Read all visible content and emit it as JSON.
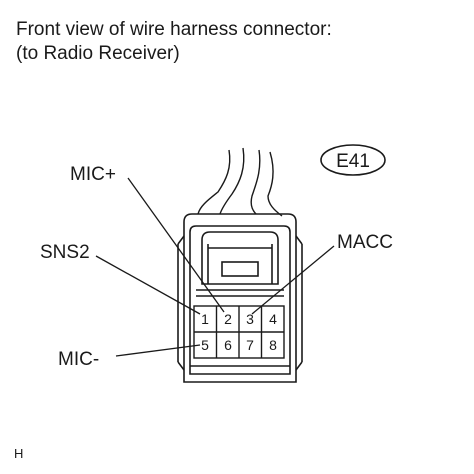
{
  "title": {
    "line1": "Front view of wire harness connector:",
    "line2": "(to Radio Receiver)"
  },
  "connector_code": "E41",
  "labels": {
    "mic_plus": "MIC+",
    "sns2": "SNS2",
    "macc": "MACC",
    "mic_minus": "MIC-"
  },
  "pins": {
    "row1": [
      "1",
      "2",
      "3",
      "4"
    ],
    "row2": [
      "5",
      "6",
      "7",
      "8"
    ]
  },
  "figure_mark": "H"
}
